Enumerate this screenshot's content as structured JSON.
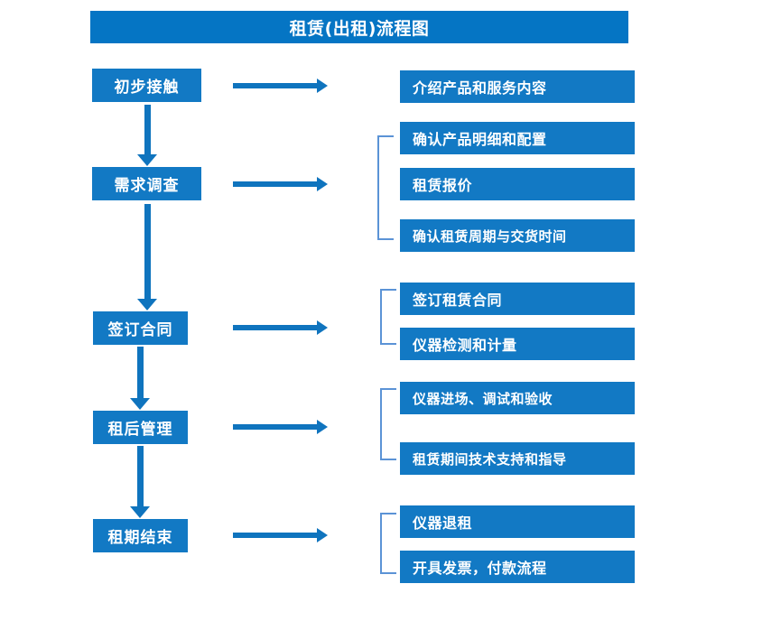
{
  "title": "租赁(出租)流程图",
  "colors": {
    "title_bar": "#0575C4",
    "box_fill": "#1279C4",
    "box_text": "#FFFFFF",
    "arrow": "#0F74BE",
    "bracket": "#5B93D6",
    "background": "#FFFFFF"
  },
  "flow": {
    "stages": [
      {
        "label": "初步接触"
      },
      {
        "label": "需求调查"
      },
      {
        "label": "签订合同"
      },
      {
        "label": "租后管理"
      },
      {
        "label": "租期结束"
      }
    ],
    "details": [
      {
        "label": "介绍产品和服务内容"
      },
      {
        "label": "确认产品明细和配置"
      },
      {
        "label": "租赁报价"
      },
      {
        "label": "确认租赁周期与交货时间"
      },
      {
        "label": "签订租赁合同"
      },
      {
        "label": "仪器检测和计量"
      },
      {
        "label": "仪器进场、调试和验收"
      },
      {
        "label": "租赁期间技术支持和指导"
      },
      {
        "label": "仪器退租"
      },
      {
        "label": "开具发票，付款流程"
      }
    ],
    "groups": [
      {
        "name": "需求调查",
        "detail_count": 3
      },
      {
        "name": "签订合同",
        "detail_count": 2
      },
      {
        "name": "租后管理",
        "detail_count": 2
      },
      {
        "name": "租期结束",
        "detail_count": 2
      }
    ],
    "connector_count": {
      "vertical_arrows": 4,
      "horizontal_arrows": 5,
      "brackets": 4
    }
  }
}
